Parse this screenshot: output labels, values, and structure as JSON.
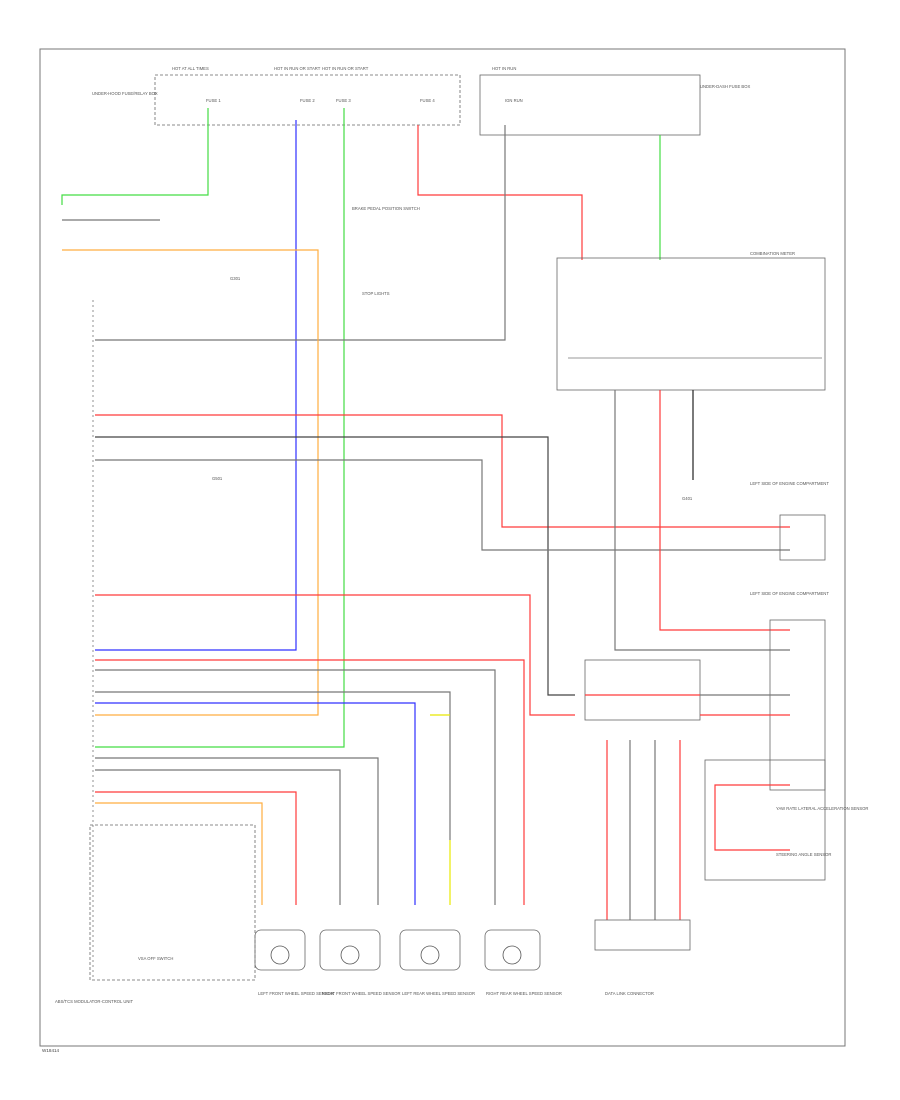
{
  "diagram": {
    "footer_code": "W18414",
    "wire_colors": {
      "red": "#ff3b3b",
      "blue": "#3030ff",
      "green": "#44dd44",
      "orange": "#ffae40",
      "yellow": "#e8e800",
      "gray": "#777777",
      "dark_gray": "#444444",
      "black": "#222222"
    },
    "labels": {
      "hot_all_times_left": "HOT AT ALL TIMES",
      "hot_run_1": "HOT IN RUN OR START",
      "hot_run_2": "HOT IN RUN OR START",
      "hot_run_3": "HOT IN RUN",
      "fuse_1": "FUSE 1",
      "fuse_2": "FUSE 2",
      "fuse_3": "FUSE 3",
      "fuse_4": "FUSE 4",
      "ign_run": "IGN RUN",
      "left_box_note": "UNDER-HOOD FUSE/RELAY BOX",
      "right_box_note": "UNDER-DASH FUSE BOX",
      "combination_meter": "COMBINATION METER",
      "abs_module": "ABS/TCS MODULATOR-CONTROL UNIT",
      "wheel_lf": "LEFT FRONT WHEEL SPEED SENSOR",
      "wheel_rf": "RIGHT FRONT WHEEL SPEED SENSOR",
      "wheel_lr": "LEFT REAR WHEEL SPEED SENSOR",
      "wheel_rr": "RIGHT REAR WHEEL SPEED SENSOR",
      "data_link": "DATA LINK CONNECTOR",
      "brake_switch": "BRAKE PEDAL POSITION SWITCH",
      "stoplamp": "STOP LIGHTS",
      "vsa_switch": "VSA OFF SWITCH",
      "left_sensor_r1": "LEFT SIDE OF ENGINE COMPARTMENT",
      "left_sensor_r2": "LEFT SIDE OF ENGINE COMPARTMENT",
      "yaw_sensor": "YAW RATE LATERAL ACCELERATION SENSOR",
      "steering_sensor": "STEERING ANGLE SENSOR",
      "g1": "G401",
      "g2": "G301",
      "g3": "G501"
    }
  }
}
